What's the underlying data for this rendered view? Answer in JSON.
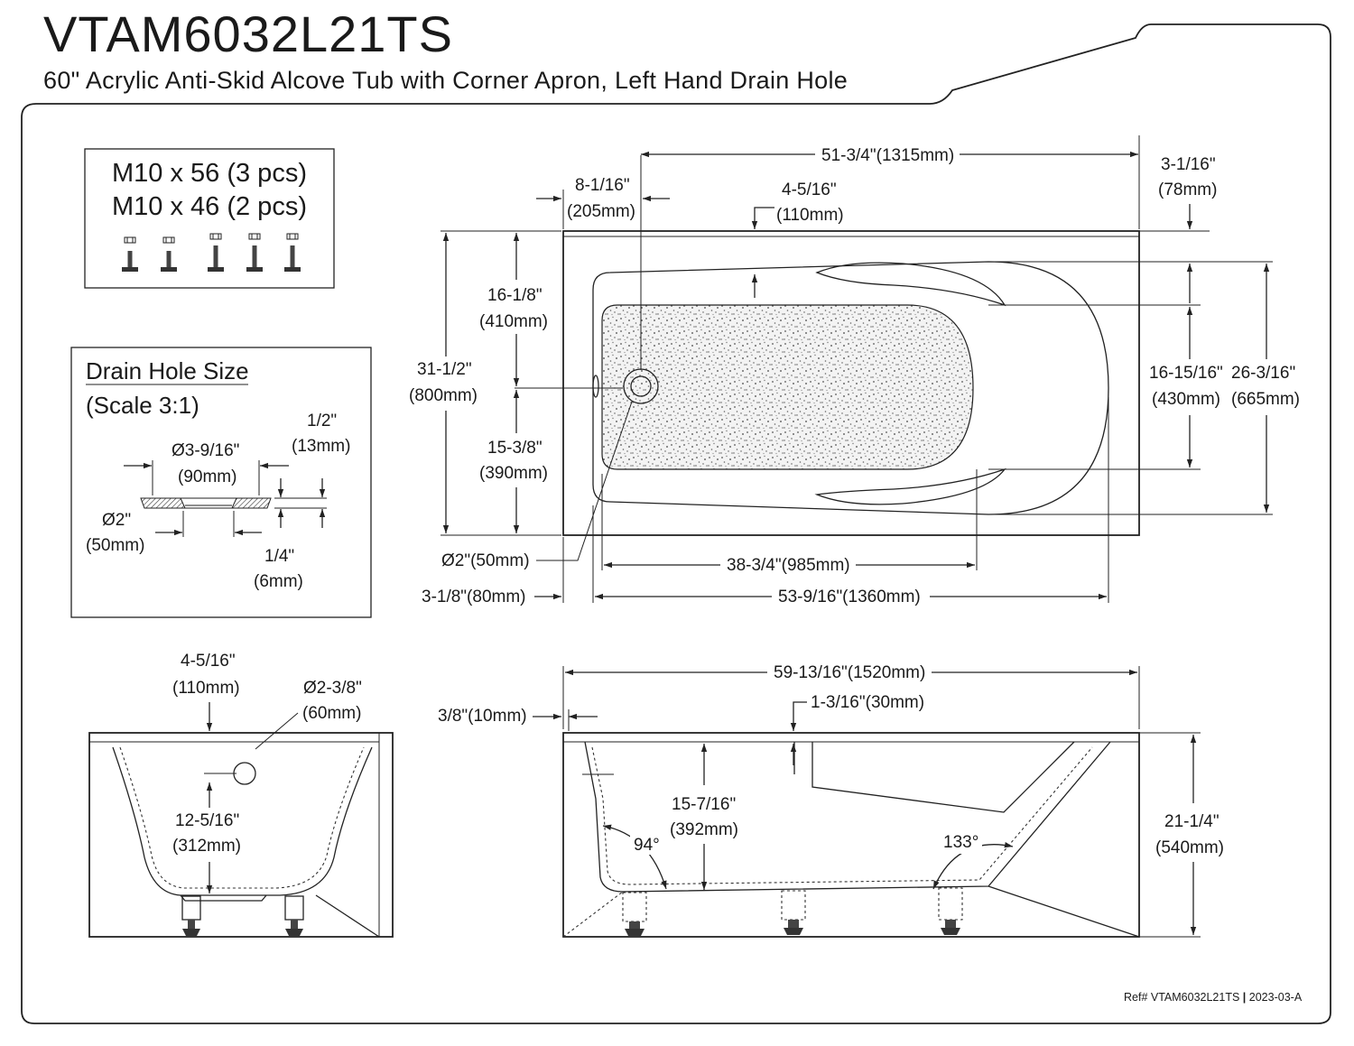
{
  "header": {
    "model": "VTAM6032L21TS",
    "description": "60\" Acrylic Anti-Skid Alcove Tub with Corner Apron, Left Hand Drain Hole"
  },
  "hardware_box": {
    "line1": "M10 x 56 (3 pcs)",
    "line2": "M10 x 46 (2 pcs)"
  },
  "drain_box": {
    "title": "Drain Hole Size",
    "scale": "(Scale 3:1)",
    "dims": {
      "top_dia_in": "Ø3-9/16\"",
      "top_dia_mm": "(90mm)",
      "thick_in": "1/2\"",
      "thick_mm": "(13mm)",
      "bot_dia_in": "Ø2\"",
      "bot_dia_mm": "(50mm)",
      "lip_in": "1/4\"",
      "lip_mm": "(6mm)"
    }
  },
  "top_view": {
    "overall_rim": "51-3/4\"(1315mm)",
    "right_rim_in": "3-1/16\"",
    "right_rim_mm": "(78mm)",
    "drain_offset_in": "8-1/16\"",
    "drain_offset_mm": "(205mm)",
    "top_rim_in": "4-5/16\"",
    "top_rim_mm": "(110mm)",
    "upper_half_in": "16-1/8\"",
    "upper_half_mm": "(410mm)",
    "width_in": "31-1/2\"",
    "width_mm": "(800mm)",
    "lower_half_in": "15-3/8\"",
    "lower_half_mm": "(390mm)",
    "inner_width_in": "16-15/16\"",
    "inner_width_mm": "(430mm)",
    "outer_width_in": "26-3/16\"",
    "outer_width_mm": "(665mm)",
    "drain_dia": "Ø2\"(50mm)",
    "floor_length": "38-3/4\"(985mm)",
    "apron_width": "3-1/8\"(80mm)",
    "interior_length": "53-9/16\"(1360mm)"
  },
  "end_view": {
    "rim_in": "4-5/16\"",
    "rim_mm": "(110mm)",
    "overflow_dia_in": "Ø2-3/8\"",
    "overflow_dia_mm": "(60mm)",
    "overflow_height_in": "12-5/16\"",
    "overflow_height_mm": "(312mm)"
  },
  "side_view": {
    "overall_length": "59-13/16\"(1520mm)",
    "apron_thickness": "3/8\"(10mm)",
    "rim_thickness": "1-3/16\"(30mm)",
    "depth_in": "15-7/16\"",
    "depth_mm": "(392mm)",
    "angle_left": "94°",
    "angle_right": "133°",
    "height_in": "21-1/4\"",
    "height_mm": "(540mm)"
  },
  "footer": {
    "ref": "Ref# VTAM6032L21TS",
    "sep": "|",
    "rev": "2023-03-A"
  }
}
